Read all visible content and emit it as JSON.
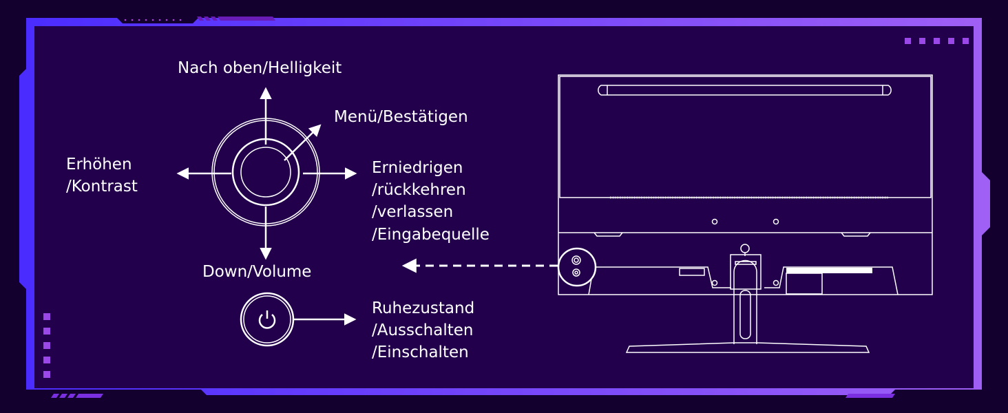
{
  "labels": {
    "up": "Nach oben/Helligkeit",
    "menu": "Menü/Bestätigen",
    "left_1": "Erhöhen",
    "left_2": "/Kontrast",
    "right_1": "Erniedrigen",
    "right_2": "/rückkehren",
    "right_3": "/verlassen",
    "right_4": "/Eingabequelle",
    "down": "Down/Volume",
    "power_1": "Ruhezustand",
    "power_2": "/Ausschalten",
    "power_3": "/Einschalten"
  },
  "icons": {
    "joystick": "joystick-icon",
    "power": "power-icon",
    "monitor": "monitor-back-icon"
  },
  "colors": {
    "background": "#14002e",
    "panel": "#22004c",
    "frame_left": "#4a2cff",
    "frame_right": "#a060f5",
    "accent_dots": "#9a48e8"
  }
}
